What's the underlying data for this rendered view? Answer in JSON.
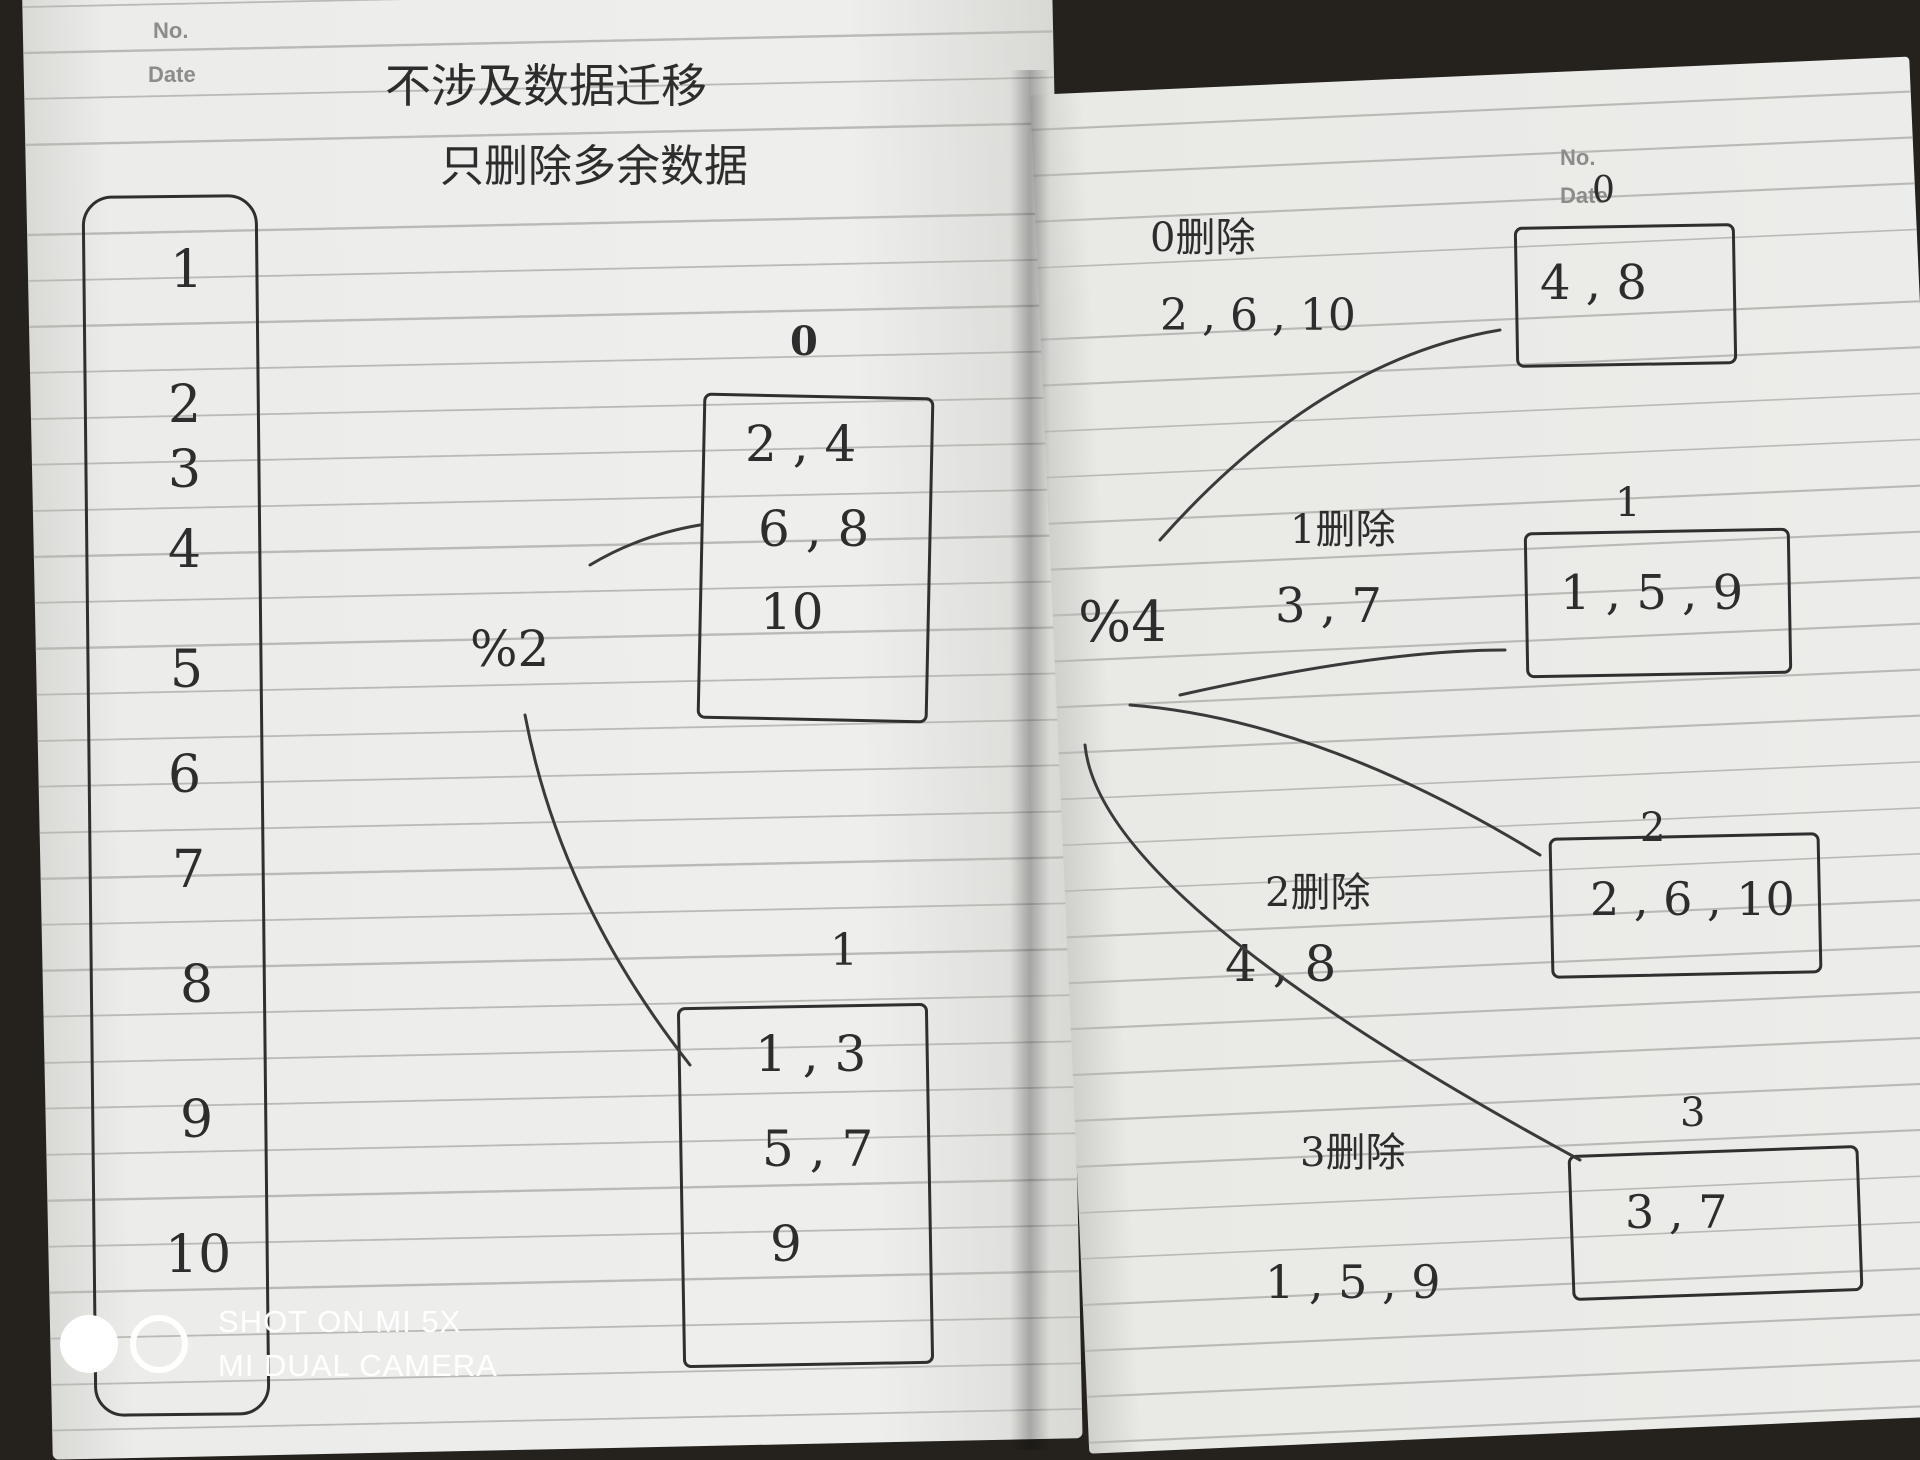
{
  "left_page": {
    "header_no": "No.",
    "header_date": "Date",
    "title_line1": "不涉及数据迁移",
    "title_line2": "只删除多余数据",
    "sequence": [
      "1",
      "2",
      "3",
      "4",
      "5",
      "6",
      "7",
      "8",
      "9",
      "10"
    ],
    "mod_label": "%2",
    "bucket0_label": "0",
    "bucket0_rows": [
      "2 , 4",
      "6 , 8",
      "10"
    ],
    "bucket1_label": "1",
    "bucket1_rows": [
      "1 , 3",
      "5 , 7",
      "9"
    ]
  },
  "right_page": {
    "header_no": "No.",
    "header_date": "Date",
    "mod_label": "%4",
    "groups": [
      {
        "delete_label": "0删除",
        "deleted": "2 , 6 , 10",
        "bucket_label": "0",
        "bucket_values": "4 , 8"
      },
      {
        "delete_label": "1删除",
        "deleted": "3 , 7",
        "bucket_label": "1",
        "bucket_values": "1 , 5 , 9"
      },
      {
        "delete_label": "2删除",
        "deleted": "4 , 8",
        "bucket_label": "2",
        "bucket_values": "2 , 6 , 10"
      },
      {
        "delete_label": "3删除",
        "deleted": "1 , 5 , 9",
        "bucket_label": "3",
        "bucket_values": "3 , 7"
      }
    ]
  },
  "watermark": {
    "line1": "SHOT ON MI 5X",
    "line2": "MI DUAL CAMERA"
  }
}
